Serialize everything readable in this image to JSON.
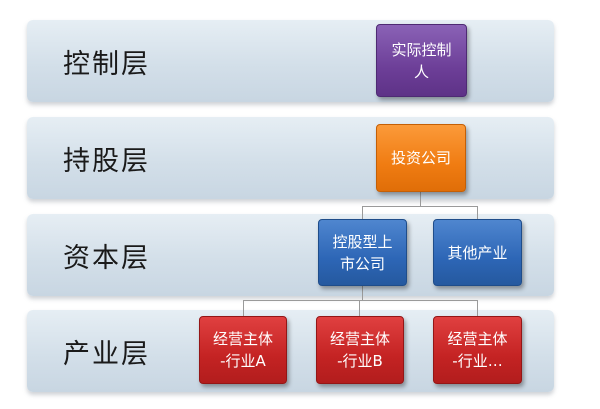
{
  "layers": [
    {
      "label": "控制层"
    },
    {
      "label": "持股层"
    },
    {
      "label": "资本层"
    },
    {
      "label": "产业层"
    }
  ],
  "nodes": {
    "actual_controller": {
      "lines": [
        "实际控制",
        "人"
      ],
      "color": "#6d3f98"
    },
    "investment_company": {
      "lines": [
        "投资公司"
      ],
      "color": "#f07c12"
    },
    "listed_company": {
      "lines": [
        "控股型上",
        "市公司"
      ],
      "color": "#2d66b6"
    },
    "other_industry": {
      "lines": [
        "其他产业"
      ],
      "color": "#2d66b6"
    },
    "op_a": {
      "lines": [
        "经营主体",
        "-行业A"
      ],
      "color": "#c42323"
    },
    "op_b": {
      "lines": [
        "经营主体",
        "-行业B"
      ],
      "color": "#c42323"
    },
    "op_c": {
      "lines": [
        "经营主体",
        "-行业…"
      ],
      "color": "#c42323"
    }
  }
}
